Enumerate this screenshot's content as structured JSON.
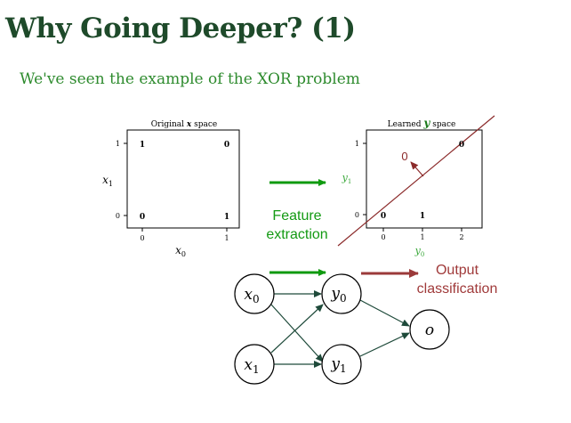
{
  "slide": {
    "title": "Why Going Deeper? (1)",
    "subtitle": "We've seen the example of the XOR problem"
  },
  "left_plot": {
    "title_prefix": "Original ",
    "title_var": "x",
    "title_suffix": " space",
    "xlabel": "x",
    "xlabel_sub": "0",
    "ylabel": "x",
    "ylabel_sub": "1",
    "xticks": [
      "0",
      "1"
    ],
    "yticks": [
      "0",
      "1"
    ],
    "points": [
      {
        "x": 0,
        "y": 1,
        "label": "1"
      },
      {
        "x": 1,
        "y": 1,
        "label": "0"
      },
      {
        "x": 0,
        "y": 0,
        "label": "0"
      },
      {
        "x": 1,
        "y": 0,
        "label": "1"
      }
    ]
  },
  "right_plot": {
    "title_prefix": "Learned ",
    "title_var": "y",
    "title_suffix": " space",
    "xlabel": "y",
    "xlabel_sub": "0",
    "ylabel": "y",
    "ylabel_sub": "1",
    "xticks": [
      "0",
      "1",
      "2"
    ],
    "yticks": [
      "0",
      "1"
    ],
    "points": [
      {
        "x": 0,
        "y": 0,
        "label": "0"
      },
      {
        "x": 1,
        "y": 0,
        "label": "1"
      },
      {
        "x": 2,
        "y": 1,
        "label": "0"
      }
    ],
    "boundary_annotation": "0"
  },
  "feature_label": [
    "Feature",
    "extraction"
  ],
  "output_label": [
    "Output",
    "classification"
  ],
  "network": {
    "inputs": [
      {
        "var": "x",
        "sub": "0"
      },
      {
        "var": "x",
        "sub": "1"
      }
    ],
    "hidden": [
      {
        "var": "y",
        "sub": "0"
      },
      {
        "var": "y",
        "sub": "1"
      }
    ],
    "output": {
      "var": "o"
    }
  },
  "colors": {
    "title": "#1e4a2a",
    "subtitle": "#2e8b2e",
    "feature_arrow": "#0f9a0f",
    "feature_text": "#139a13",
    "output_arrow": "#9b3a3a",
    "output_text": "#a03a3a",
    "boundary_line": "#8b2a2a",
    "network_edge": "#1e4a3a",
    "ylabel_right": "#3aa83a"
  }
}
